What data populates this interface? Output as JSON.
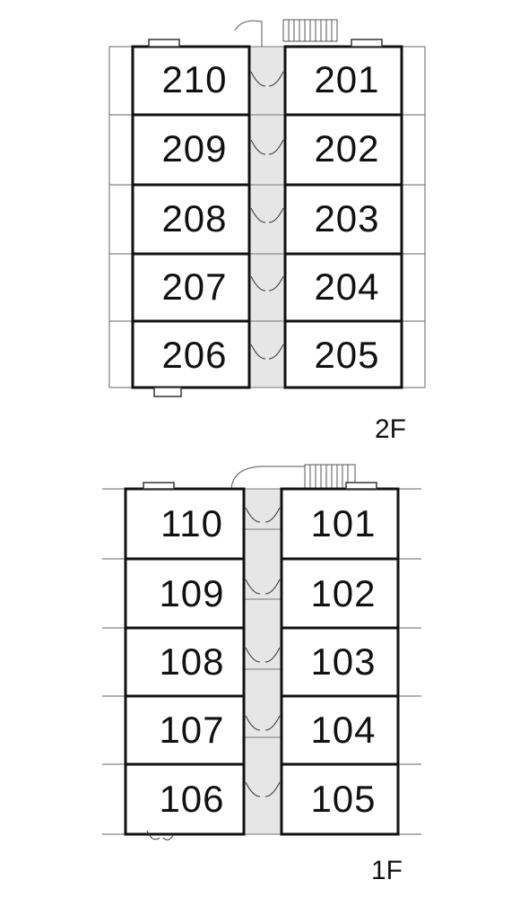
{
  "floors": [
    {
      "label": "2F",
      "rooms": {
        "left": [
          "210",
          "209",
          "208",
          "207",
          "206"
        ],
        "right": [
          "201",
          "202",
          "203",
          "204",
          "205"
        ]
      }
    },
    {
      "label": "1F",
      "rooms": {
        "left": [
          "110",
          "109",
          "108",
          "107",
          "106"
        ],
        "right": [
          "101",
          "102",
          "103",
          "104",
          "105"
        ]
      }
    }
  ],
  "colors": {
    "wall": "#111111",
    "corridor": "#e6e6e6",
    "line": "#555555",
    "background": "#ffffff"
  }
}
